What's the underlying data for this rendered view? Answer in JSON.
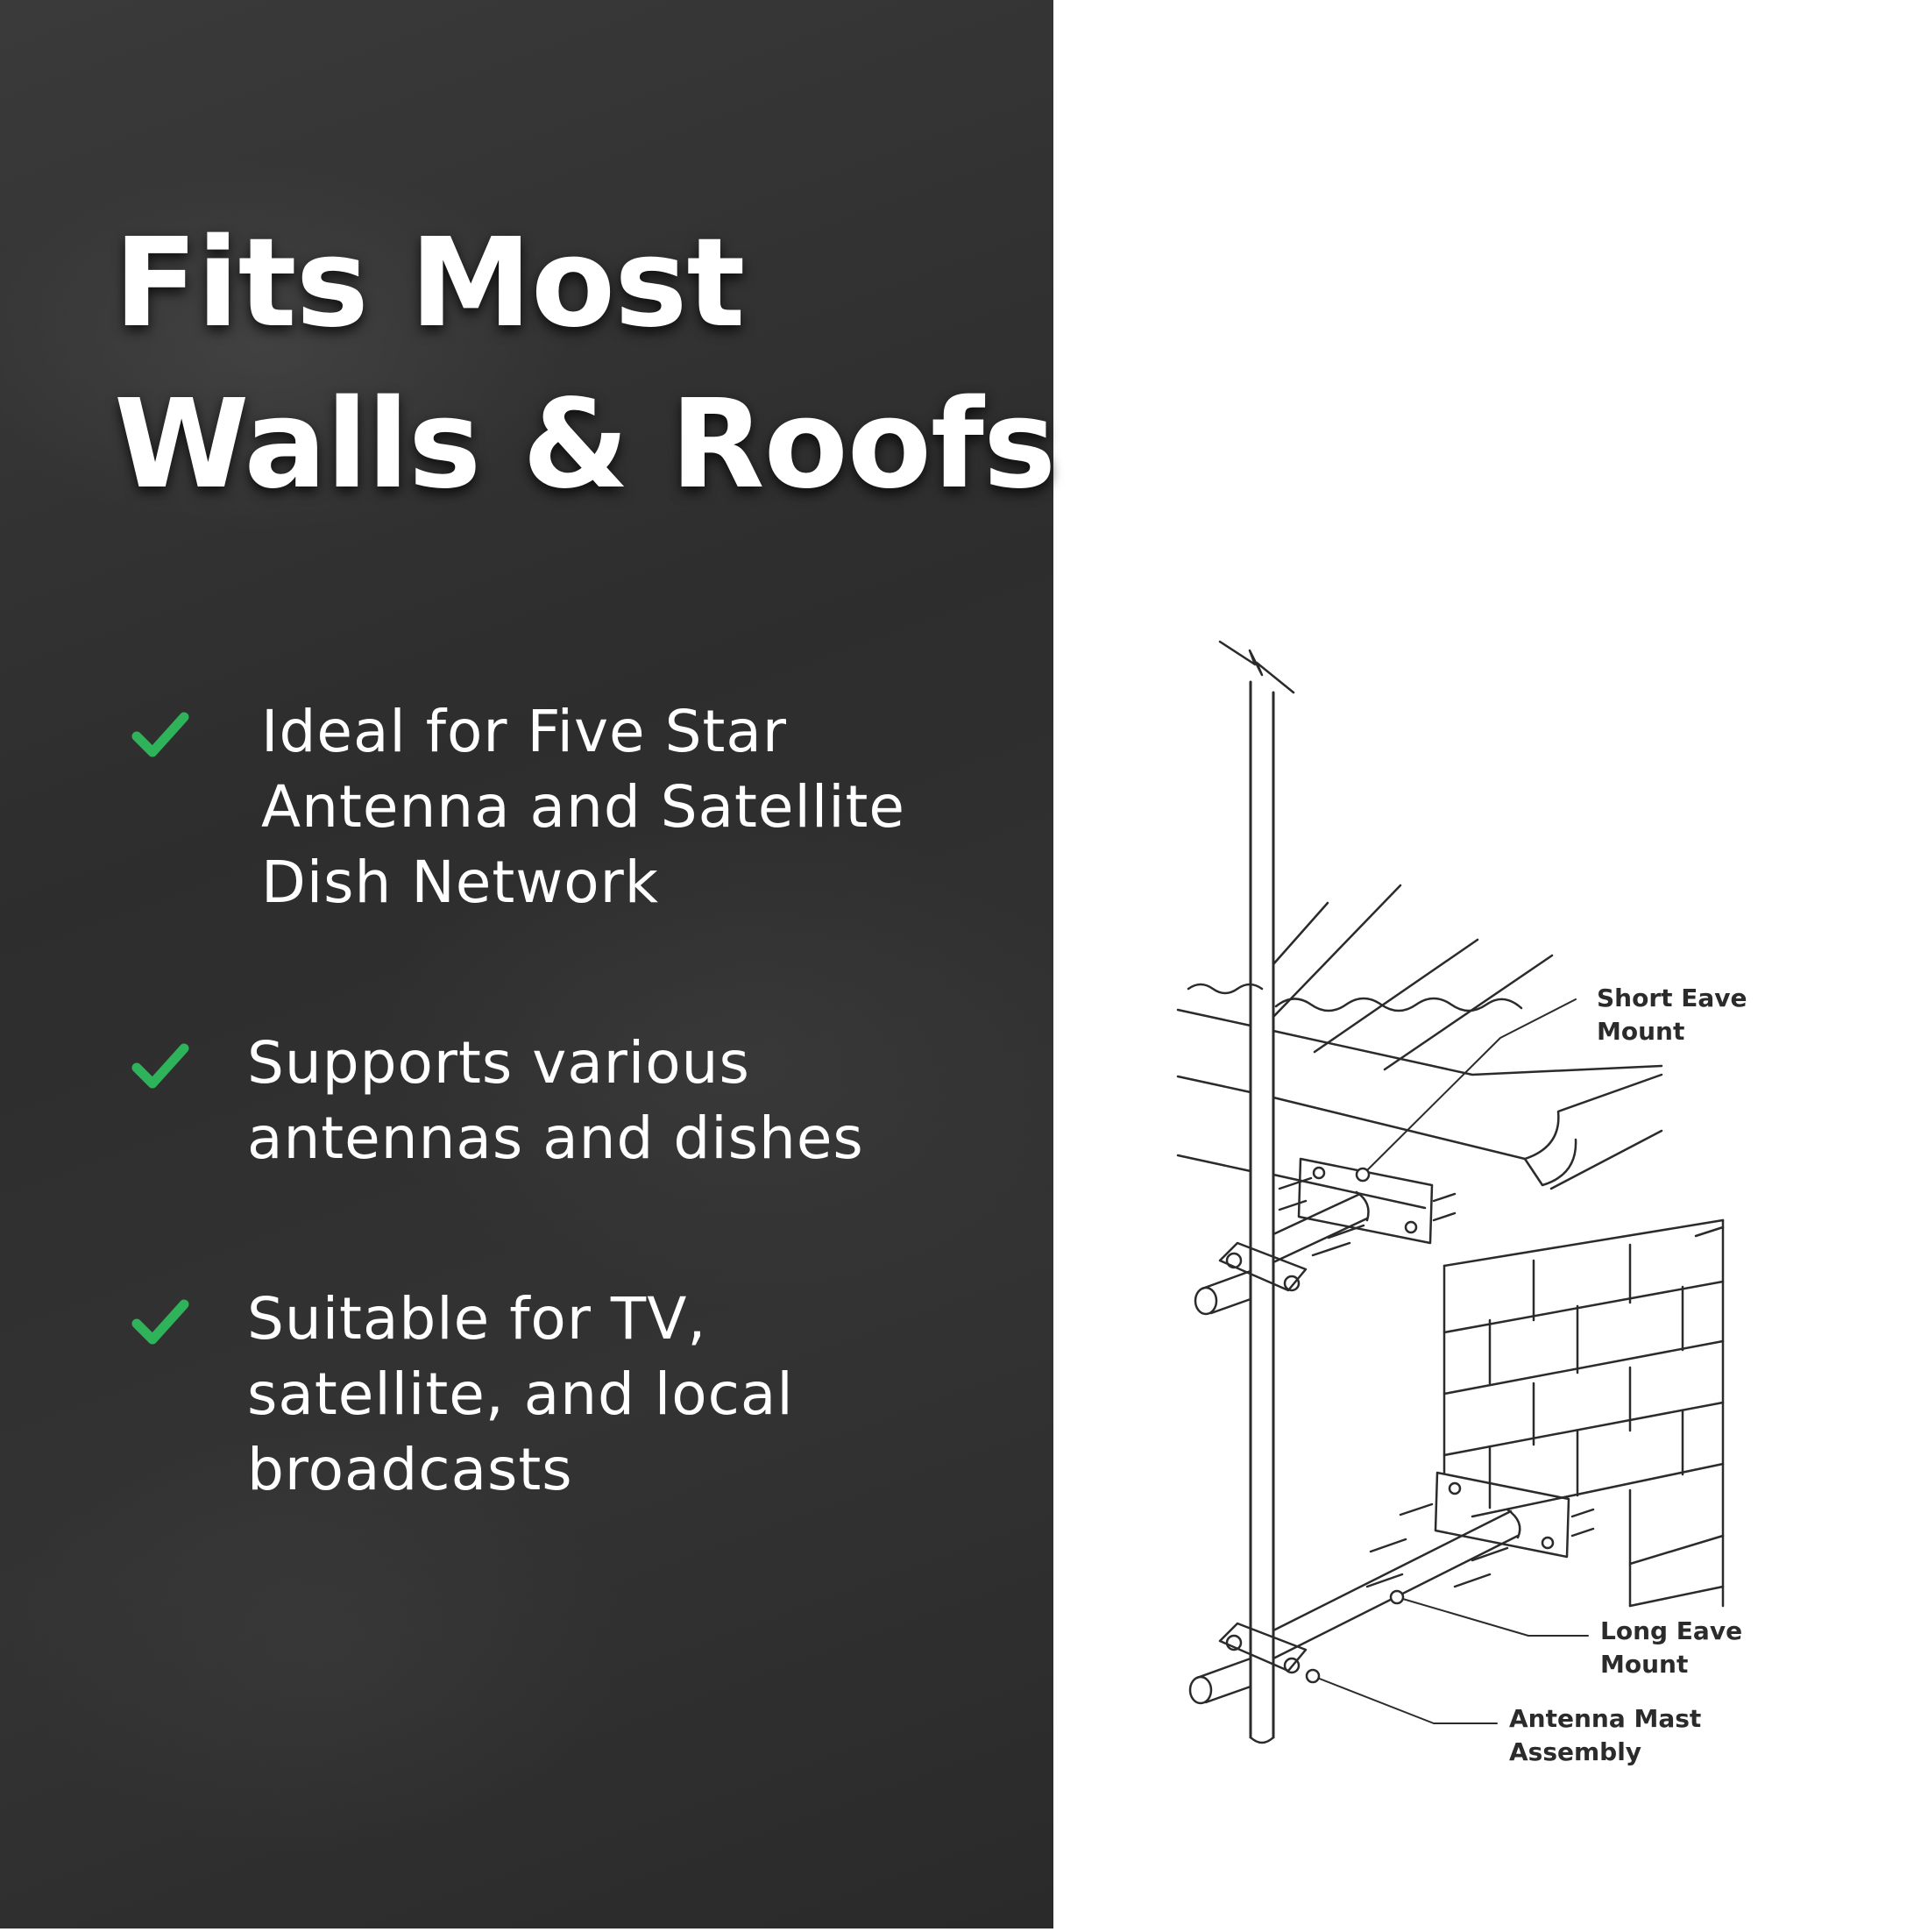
{
  "headline": {
    "line1": "Fits Most",
    "line2": "Walls & Roofs"
  },
  "features": [
    {
      "text": "Ideal for Five Star Antenna and Satellite Dish Network",
      "icon": "check-icon"
    },
    {
      "text": "Supports various antennas and dishes",
      "icon": "check-icon"
    },
    {
      "text": "Suitable for TV, satellite, and local broadcasts",
      "icon": "check-icon"
    }
  ],
  "diagram": {
    "labels": {
      "short_eave": "Short Eave\nMount",
      "long_eave": "Long Eave\nMount",
      "mast": "Antenna Mast\nAssembly"
    }
  },
  "colors": {
    "panel_bg": "#2f2f2f",
    "check": "#2fb35a",
    "text": "#ffffff",
    "line_art": "#2b2b2b"
  }
}
